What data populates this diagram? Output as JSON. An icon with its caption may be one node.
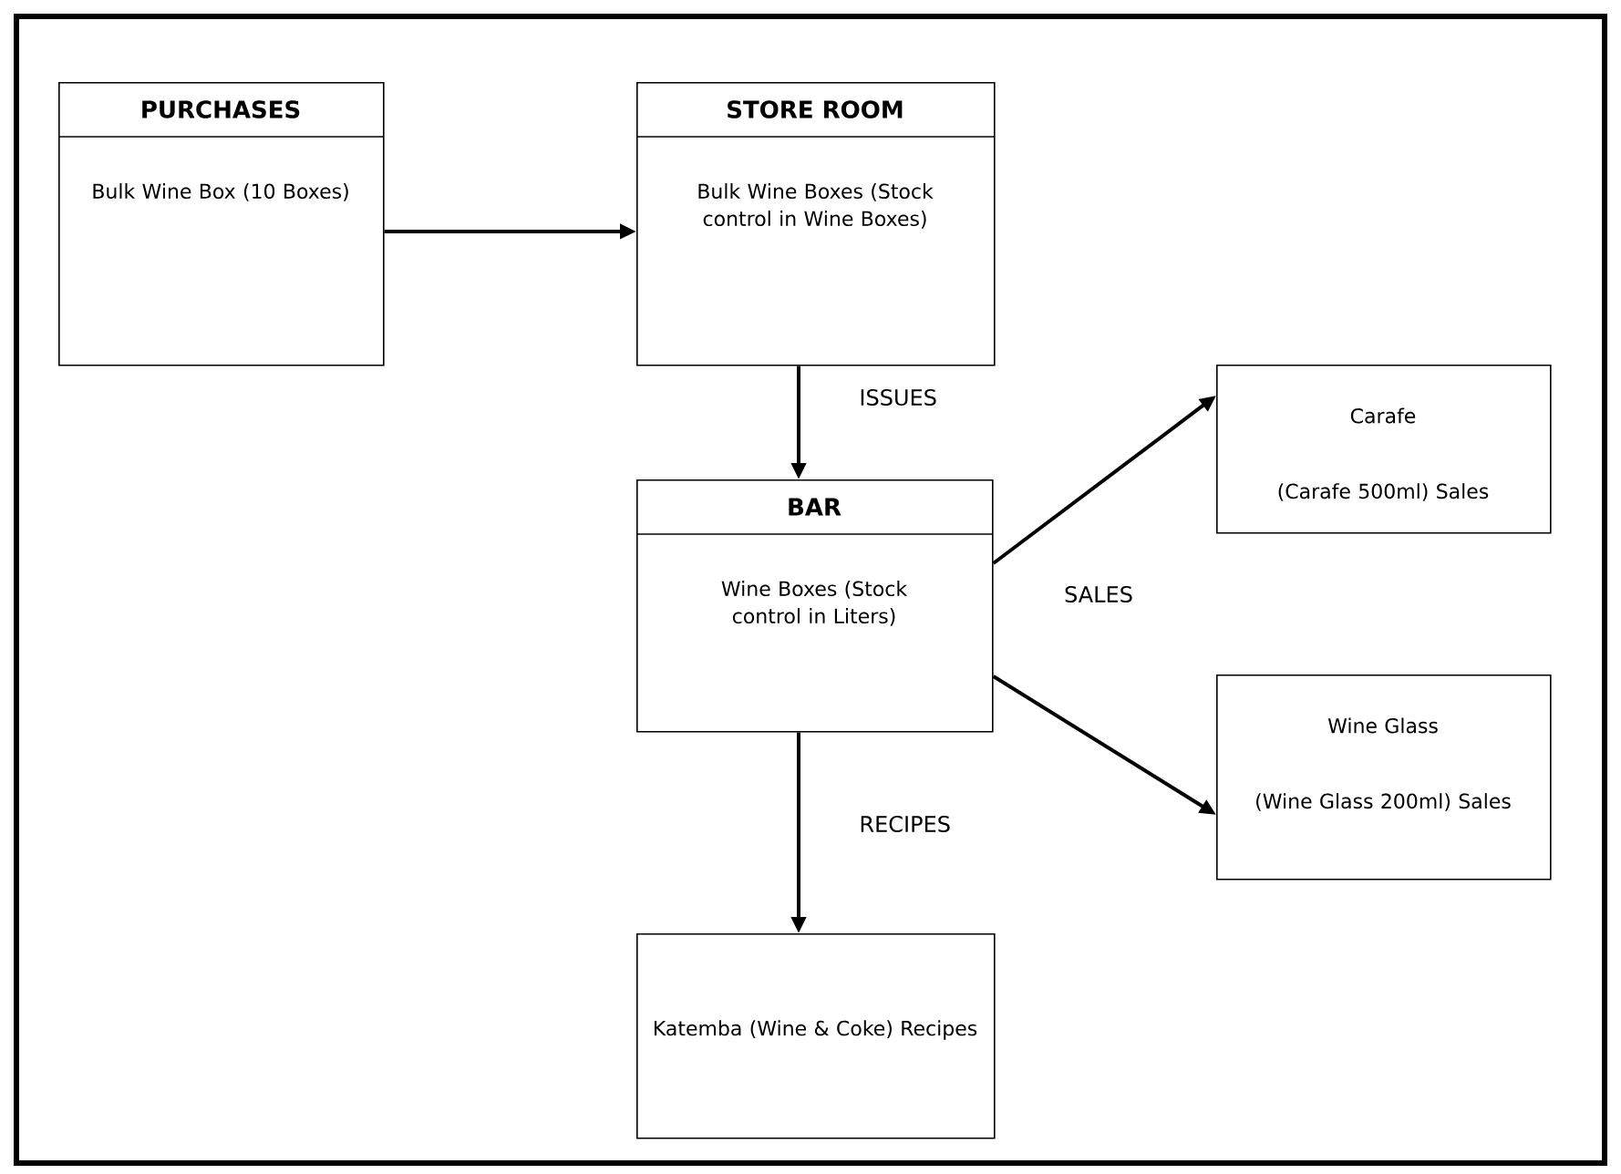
{
  "diagram": {
    "nodes": [
      {
        "text": [
          "PURCHASES",
          "Bulk Wine Box (10 Boxes)"
        ]
      },
      {
        "text": [
          "STORE ROOM",
          "Bulk Wine Boxes (Stock control in Wine Boxes)"
        ]
      },
      {
        "text": [
          "BAR",
          "Wine Boxes (Stock control in Liters)"
        ]
      },
      {
        "text": [
          "Carafe",
          "(Carafe 500ml) Sales"
        ]
      },
      {
        "text": [
          "Wine Glass",
          "(Wine Glass 200ml) Sales"
        ]
      },
      {
        "text": [
          "Katemba (Wine & Coke) Recipes"
        ]
      }
    ],
    "edges": [
      {
        "from": 0,
        "to": 1,
        "arrow": "to"
      },
      {
        "from": 1,
        "to": 2,
        "arrow": "to",
        "label": "ISSUES"
      },
      {
        "from": 2,
        "to": 3,
        "arrow": "to"
      },
      {
        "from": 2,
        "to": 4,
        "arrow": "to"
      },
      {
        "from": 2,
        "to": 5,
        "arrow": "to",
        "label": "RECIPES"
      }
    ],
    "labels": [
      "SALES"
    ]
  }
}
